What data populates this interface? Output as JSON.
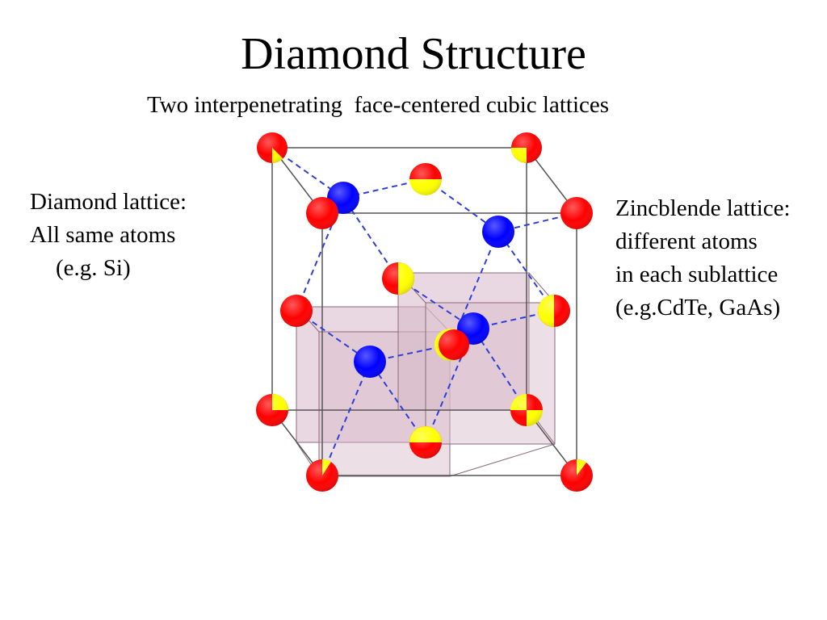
{
  "slide": {
    "title": "Diamond Structure",
    "subtitle": "Two interpenetrating  face-centered cubic lattices"
  },
  "diamond_note": {
    "heading": "Diamond lattice:",
    "line1": "All same atoms",
    "line2": "(e.g. Si)"
  },
  "zincblende_note": {
    "heading": "Zincblende lattice:",
    "line1": "different atoms",
    "line2": "in each sublattice",
    "line3": "(e.g.CdTe, GaAs)"
  },
  "colors": {
    "atom_red": "#ff0000",
    "atom_yellow": "#ffff00",
    "atom_blue": "#0000ff",
    "bond_blue": "#2e3fd8",
    "cube_edge": "#555555",
    "subcube_fill": "#d7b8c8",
    "background": "#ffffff"
  }
}
